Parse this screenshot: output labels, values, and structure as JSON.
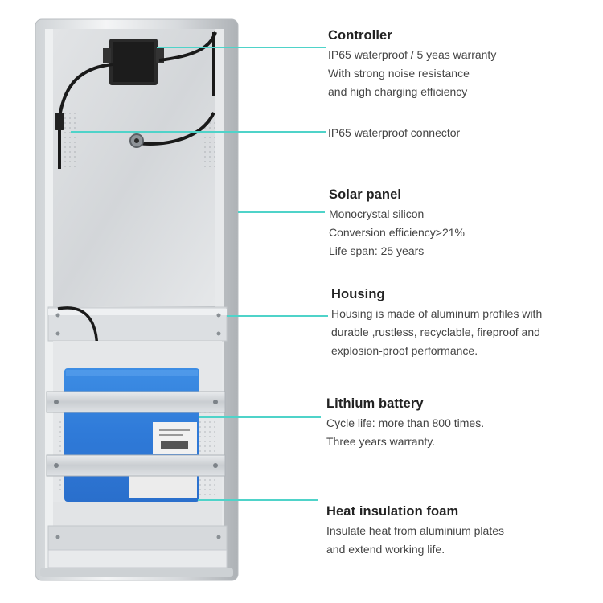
{
  "accent_color": "#4fd3c9",
  "annotations": {
    "controller": {
      "title": "Controller",
      "lines": [
        "IP65 waterproof / 5 yeas warranty",
        "With strong noise resistance",
        "and high charging efficiency"
      ]
    },
    "connector": {
      "lines": [
        "IP65 waterproof connector"
      ]
    },
    "solar_panel": {
      "title": "Solar panel",
      "lines": [
        "Monocrystal silicon",
        "Conversion efficiency>21%",
        "Life span: 25 years"
      ]
    },
    "housing": {
      "title": "Housing",
      "lines": [
        "Housing is made of aluminum profiles with",
        "durable ,rustless, recyclable, fireproof and",
        "explosion-proof performance."
      ]
    },
    "battery": {
      "title": "Lithium battery",
      "lines": [
        "Cycle life: more than 800 times.",
        "Three years warranty."
      ]
    },
    "foam": {
      "title": "Heat insulation foam",
      "lines": [
        "Insulate heat from aluminium plates",
        "and extend working life."
      ]
    }
  }
}
